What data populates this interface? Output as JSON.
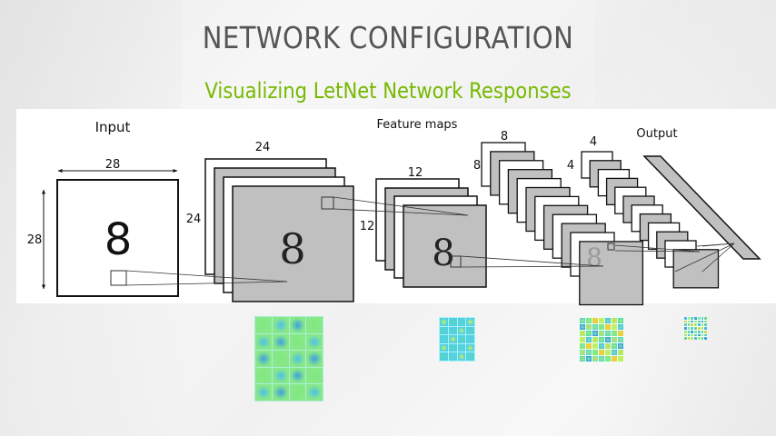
{
  "slide": {
    "title": "NETWORK CONFIGURATION",
    "subtitle": "Visualizing LetNet Network Responses",
    "accent_color": "#76b900",
    "title_color": "#555555"
  },
  "diagram": {
    "section_labels": {
      "input": "Input",
      "feature_maps": "Feature maps",
      "output": "Output"
    },
    "input_layer": {
      "width_label": "28",
      "height_label": "28",
      "digit": "8"
    },
    "conv1_layer": {
      "width_label": "24",
      "height_label": "24",
      "digit": "8",
      "num_maps_shown": 4
    },
    "pool1_layer": {
      "width_label": "12",
      "height_label": "12",
      "digit": "8",
      "num_maps_shown": 4
    },
    "conv2_layer": {
      "width_label": "8",
      "height_label": "8",
      "digit": "8",
      "num_maps_shown": 12
    },
    "pool2_layer": {
      "width_label": "4",
      "height_label": "4",
      "num_maps_shown": 12
    },
    "output_layer": {
      "shape": "fully-connected-bar"
    },
    "map_fill_colors": [
      "#ffffff",
      "#c0c0c0"
    ]
  },
  "response_grids": [
    {
      "name": "conv1-responses",
      "rows": 5,
      "cols": 4
    },
    {
      "name": "pool1-responses",
      "rows": 5,
      "cols": 4
    },
    {
      "name": "conv2-responses",
      "rows": 7,
      "cols": 7
    },
    {
      "name": "pool2-responses",
      "rows": 7,
      "cols": 7
    }
  ]
}
